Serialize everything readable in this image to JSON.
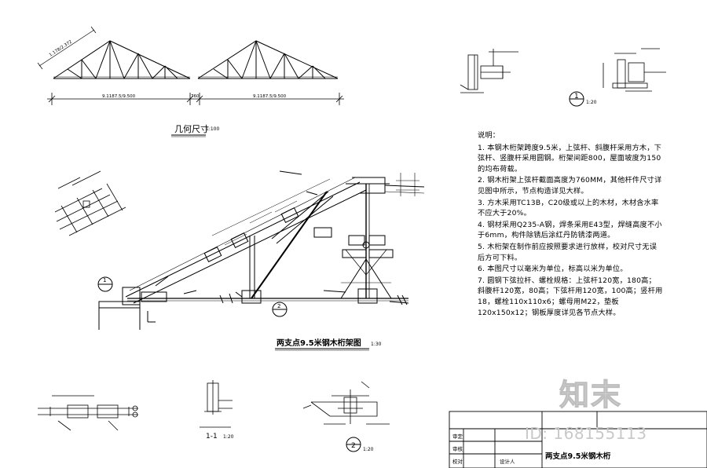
{
  "drawing": {
    "top_title": "几何尺寸",
    "top_title_scale": "1:100",
    "main_title": "两支点9.5米钢木桁架图",
    "main_title_scale": "1:30",
    "section_11": "1-1",
    "section_11_scale": "1:20",
    "detail_1": "1",
    "detail_1_scale": "1:20",
    "detail_2": "2",
    "detail_2_scale": "1:20",
    "span_left": "9.1187.5/9.500",
    "span_right": "9.1187.5/9.500",
    "span_gap": "760",
    "top_chord_dim": "1.178/2.372"
  },
  "notes": {
    "heading": "说明：",
    "items": [
      "1. 本钢木桁架跨度9.5米，上弦杆、斜腹杆采用方木，下弦杆、竖腹杆采用圆钢。桁架间距800，屋面坡度为150的均布荷载。",
      "2. 钢木桁架上弦杆截面高度为760MM，其他杆件尺寸详见图中所示，节点构造详见大样。",
      "3. 方木采用TC13B，C20级或以上的木材，木材含水率不应大于20%。",
      "4. 钢材采用Q235-A钢，焊条采用E43型，焊缝高度不小于6mm，构件除锈后涂红丹防锈漆两道。",
      "5. 木桁架在制作前应按照要求进行放样，校对尺寸无误后方可下料。",
      "6. 本图尺寸以毫米为单位，标高以米为单位。",
      "7. 圆钢下弦拉杆、螺栓规格：上弦杆120宽，180高；斜腹杆120宽，80高；下弦杆用120宽，100高；竖杆用18，螺栓110x110x6；螺母用M22，垫板120x150x12；钢板厚度详见各节点大样。"
    ]
  },
  "title_block": {
    "rows": [
      "审定",
      "审核",
      "校对"
    ],
    "sign": "设计人",
    "drawing_name": "两支点9.5米钢木桁"
  },
  "watermark": {
    "logo": "知末",
    "id": "ID: 168155113"
  }
}
